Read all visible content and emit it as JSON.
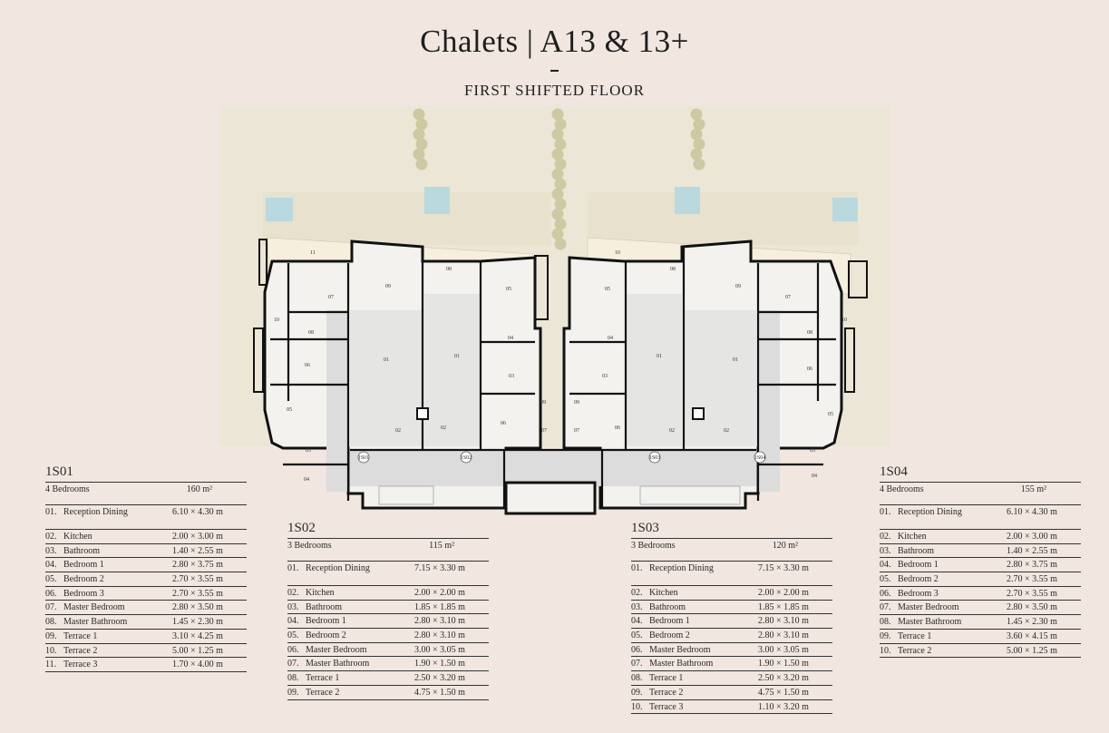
{
  "header": {
    "title": "Chalets | A13 & 13+",
    "subtitle": "FIRST SHIFTED FLOOR"
  },
  "colors": {
    "background": "#f1e6e0",
    "site_area": "#ece6d6",
    "pool": "#b9d9df",
    "wall": "#111111",
    "floor_living": "#e5e5e4",
    "corridor": "#dcdcdc",
    "tree": "#ccc9a3"
  },
  "plan": {
    "unit_tags": [
      "1S01",
      "1S02",
      "1S03",
      "1S04"
    ],
    "room_labels": {
      "u1": [
        "11",
        "09",
        "07",
        "08",
        "10",
        "06",
        "05",
        "03",
        "04",
        "01",
        "02"
      ],
      "u2": [
        "08",
        "05",
        "04",
        "01",
        "03",
        "06",
        "02",
        "09",
        "07"
      ],
      "u3": [
        "10",
        "08",
        "05",
        "04",
        "01",
        "03",
        "06",
        "02",
        "09",
        "07"
      ],
      "u4": [
        "09",
        "07",
        "08",
        "10",
        "06",
        "05",
        "03",
        "04",
        "01",
        "02"
      ]
    }
  },
  "units": [
    {
      "name": "1S01",
      "bedrooms": "4 Bedrooms",
      "area": "160 m²",
      "rooms": [
        {
          "num": "01.",
          "name": "Reception Dining",
          "dim": "6.10 × 4.30 m"
        },
        {
          "num": "02.",
          "name": "Kitchen",
          "dim": "2.00 × 3.00 m"
        },
        {
          "num": "03.",
          "name": "Bathroom",
          "dim": "1.40 × 2.55 m"
        },
        {
          "num": "04.",
          "name": "Bedroom 1",
          "dim": "2.80 × 3.75 m"
        },
        {
          "num": "05.",
          "name": "Bedroom 2",
          "dim": "2.70 × 3.55 m"
        },
        {
          "num": "06.",
          "name": "Bedroom 3",
          "dim": "2.70 × 3.55 m"
        },
        {
          "num": "07.",
          "name": "Master Bedroom",
          "dim": "2.80 × 3.50 m"
        },
        {
          "num": "08.",
          "name": "Master Bathroom",
          "dim": "1.45 × 2.30 m"
        },
        {
          "num": "09.",
          "name": "Terrace 1",
          "dim": "3.10 × 4.25 m"
        },
        {
          "num": "10.",
          "name": "Terrace 2",
          "dim": "5.00 × 1.25 m"
        },
        {
          "num": "11.",
          "name": "Terrace 3",
          "dim": "1.70 × 4.00 m"
        }
      ]
    },
    {
      "name": "1S02",
      "bedrooms": "3 Bedrooms",
      "area": "115 m²",
      "rooms": [
        {
          "num": "01.",
          "name": "Reception Dining",
          "dim": "7.15 × 3.30 m"
        },
        {
          "num": "02.",
          "name": "Kitchen",
          "dim": "2.00 × 2.00 m"
        },
        {
          "num": "03.",
          "name": "Bathroom",
          "dim": "1.85 × 1.85 m"
        },
        {
          "num": "04.",
          "name": "Bedroom 1",
          "dim": "2.80 × 3.10 m"
        },
        {
          "num": "05.",
          "name": "Bedroom 2",
          "dim": "2.80 × 3.10 m"
        },
        {
          "num": "06.",
          "name": "Master Bedroom",
          "dim": "3.00 × 3.05 m"
        },
        {
          "num": "07.",
          "name": "Master Bathroom",
          "dim": "1.90 × 1.50 m"
        },
        {
          "num": "08.",
          "name": "Terrace 1",
          "dim": "2.50 × 3.20 m"
        },
        {
          "num": "09.",
          "name": "Terrace 2",
          "dim": "4.75 × 1.50 m"
        }
      ]
    },
    {
      "name": "1S03",
      "bedrooms": "3 Bedrooms",
      "area": "120 m²",
      "rooms": [
        {
          "num": "01.",
          "name": "Reception Dining",
          "dim": "7.15 × 3.30 m"
        },
        {
          "num": "02.",
          "name": "Kitchen",
          "dim": "2.00 × 2.00 m"
        },
        {
          "num": "03.",
          "name": "Bathroom",
          "dim": "1.85 × 1.85 m"
        },
        {
          "num": "04.",
          "name": "Bedroom 1",
          "dim": "2.80 × 3.10 m"
        },
        {
          "num": "05.",
          "name": "Bedroom 2",
          "dim": "2.80 × 3.10 m"
        },
        {
          "num": "06.",
          "name": "Master Bedroom",
          "dim": "3.00 × 3.05 m"
        },
        {
          "num": "07.",
          "name": "Master Bathroom",
          "dim": "1.90 × 1.50 m"
        },
        {
          "num": "08.",
          "name": "Terrace 1",
          "dim": "2.50 × 3.20 m"
        },
        {
          "num": "09.",
          "name": "Terrace 2",
          "dim": "4.75 × 1.50 m"
        },
        {
          "num": "10.",
          "name": "Terrace 3",
          "dim": "1.10 × 3.20 m"
        }
      ]
    },
    {
      "name": "1S04",
      "bedrooms": "4 Bedrooms",
      "area": "155 m²",
      "rooms": [
        {
          "num": "01.",
          "name": "Reception Dining",
          "dim": "6.10 × 4.30 m"
        },
        {
          "num": "02.",
          "name": "Kitchen",
          "dim": "2.00 × 3.00 m"
        },
        {
          "num": "03.",
          "name": "Bathroom",
          "dim": "1.40 × 2.55 m"
        },
        {
          "num": "04.",
          "name": "Bedroom 1",
          "dim": "2.80 × 3.75 m"
        },
        {
          "num": "05.",
          "name": "Bedroom 2",
          "dim": "2.70 × 3.55 m"
        },
        {
          "num": "06.",
          "name": "Bedroom 3",
          "dim": "2.70 × 3.55 m"
        },
        {
          "num": "07.",
          "name": "Master Bedroom",
          "dim": "2.80 × 3.50 m"
        },
        {
          "num": "08.",
          "name": "Master Bathroom",
          "dim": "1.45 × 2.30 m"
        },
        {
          "num": "09.",
          "name": "Terrace 1",
          "dim": "3.60 × 4.15 m"
        },
        {
          "num": "10.",
          "name": "Terrace 2",
          "dim": "5.00 × 1.25 m"
        }
      ]
    }
  ]
}
